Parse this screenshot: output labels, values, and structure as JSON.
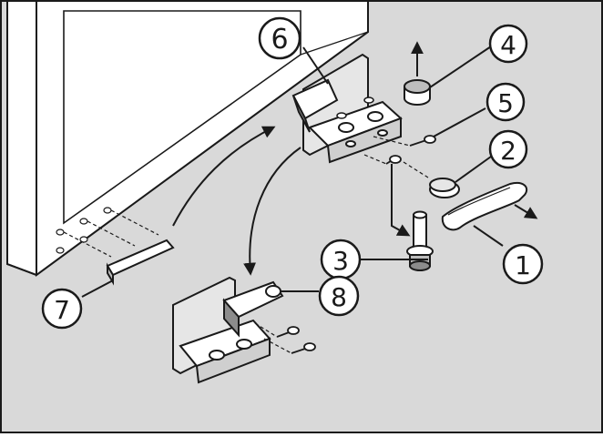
{
  "diagram": {
    "callouts": [
      {
        "id": "1",
        "part": "handle"
      },
      {
        "id": "2",
        "part": "cap"
      },
      {
        "id": "3",
        "part": "hinge-pin"
      },
      {
        "id": "4",
        "part": "plug"
      },
      {
        "id": "5",
        "part": "screws"
      },
      {
        "id": "6",
        "part": "upper-hinge"
      },
      {
        "id": "7",
        "part": "cover"
      },
      {
        "id": "8",
        "part": "lower-hinge"
      }
    ],
    "colors": {
      "background": "#d9d9d9",
      "cabinet": "#ffffff",
      "line": "#1a1a1a",
      "metal": "#e6e6e6",
      "shadow": "#8c8c8c"
    }
  }
}
